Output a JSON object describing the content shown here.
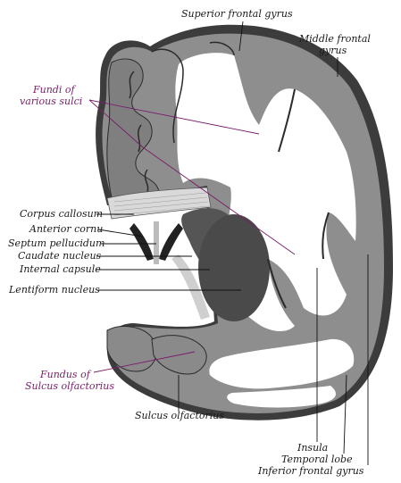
{
  "labels": {
    "superior_frontal_gyrus": "Superior frontal gyrus",
    "middle_frontal_gyrus_1": "Middle frontal",
    "middle_frontal_gyrus_2": "gyrus",
    "fundi_1": "Fundi of",
    "fundi_2": "various sulci",
    "corpus_callosum": "Corpus callosum",
    "anterior_cornu": "Anterior cornu",
    "septum_pellucidum": "Septum pellucidum",
    "caudate_nucleus": "Caudate nucleus",
    "internal_capsule": "Internal capsule",
    "lentiform_nucleus": "Lentiform nucleus",
    "fundus_1": "Fundus of",
    "fundus_2": "Sulcus olfactorius",
    "sulcus_olfactorius": "Sulcus olfactorius",
    "insula": "Insula",
    "temporal_lobe": "Temporal lobe",
    "inferior_frontal_gyrus": "Inferior frontal gyrus"
  },
  "colors": {
    "gray_matter": "#8a8a8a",
    "white_matter": "#ffffff",
    "dark_cortex": "#3a3a3a",
    "annotation": "#7a1e6a"
  }
}
